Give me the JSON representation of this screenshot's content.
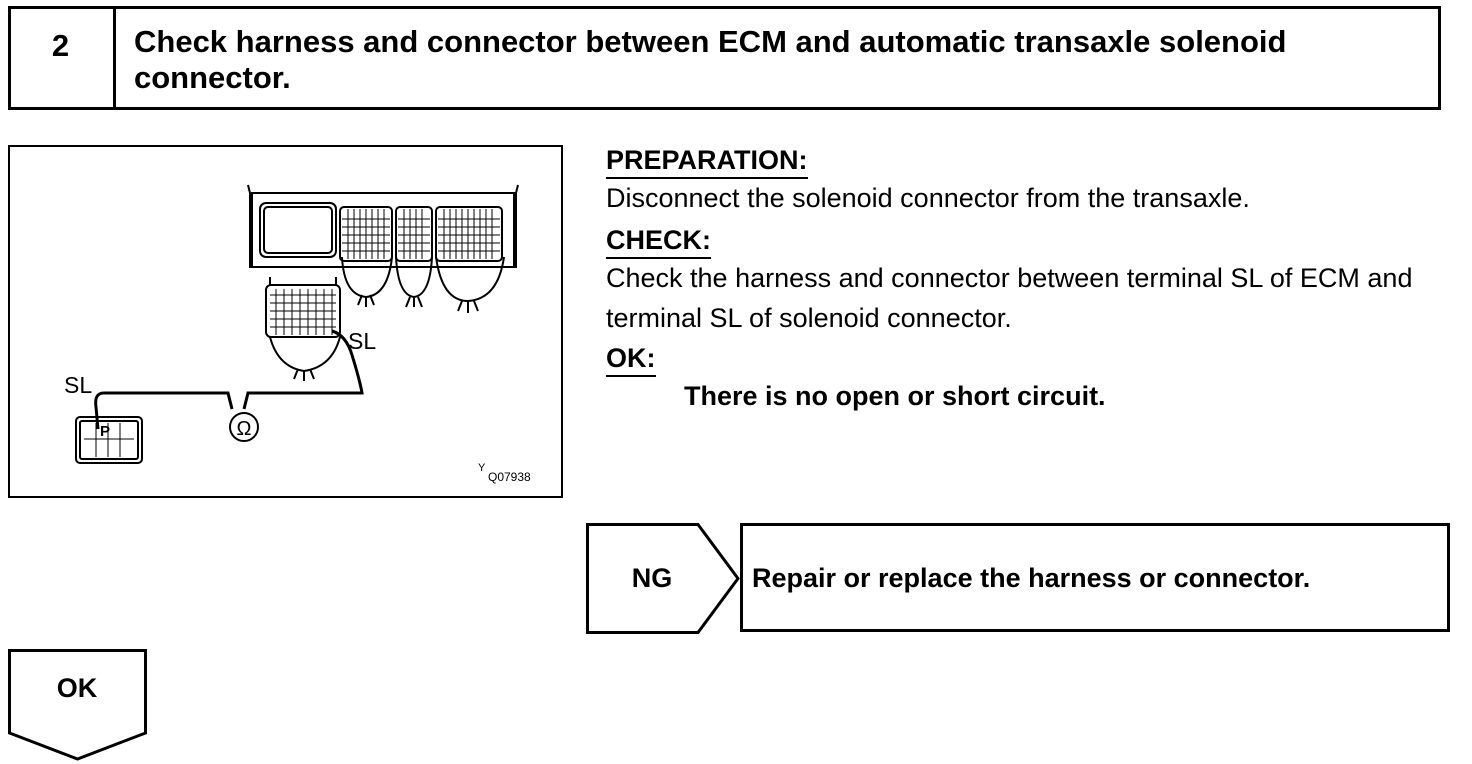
{
  "step": {
    "number": "2",
    "title": "Check harness and connector between ECM and automatic transaxle solenoid connector."
  },
  "diagram": {
    "label_sl_upper": "SL",
    "label_sl_lower": "SL",
    "connector_mark": "P",
    "ohm_symbol": "Ω",
    "figure_id_prefix": "Y",
    "figure_id": "Q07938"
  },
  "instructions": {
    "preparation_label": "PREPARATION:",
    "preparation_text": "Disconnect the solenoid connector from the transaxle.",
    "check_label": "CHECK:",
    "check_text": "Check the harness and connector between terminal SL of ECM and terminal SL of solenoid connector.",
    "ok_label": "OK:",
    "ok_result": "There is no open or short circuit."
  },
  "flow": {
    "ng_label": "NG",
    "ng_action": "Repair or replace the harness or connector.",
    "ok_label": "OK"
  }
}
